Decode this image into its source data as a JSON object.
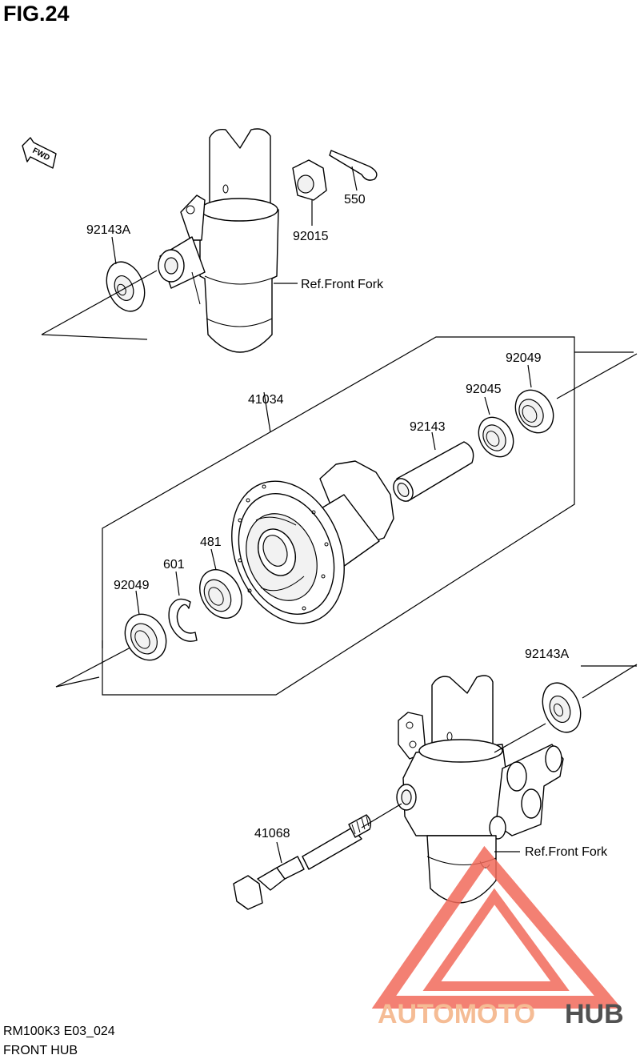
{
  "figure": {
    "title": "FIG.24",
    "model_code": "RM100K3 E03_024",
    "section_name": "FRONT HUB"
  },
  "direction_marker": "FWD",
  "parts": {
    "p92143A_top": "92143A",
    "p550": "550",
    "p92015": "92015",
    "ref_front_fork_top": "Ref.Front Fork",
    "p41034": "41034",
    "p92049_right": "92049",
    "p92045": "92045",
    "p92143": "92143",
    "p481": "481",
    "p601": "601",
    "p92049_left": "92049",
    "p92143A_bottom": "92143A",
    "p41068": "41068",
    "ref_front_fork_bottom": "Ref.Front Fork"
  },
  "watermark": {
    "part1": "AUTOMOTO",
    "part2": "HUB",
    "colors": {
      "primary": "#f26b5b",
      "secondary": "#f4b183",
      "dark": "#333333"
    }
  }
}
